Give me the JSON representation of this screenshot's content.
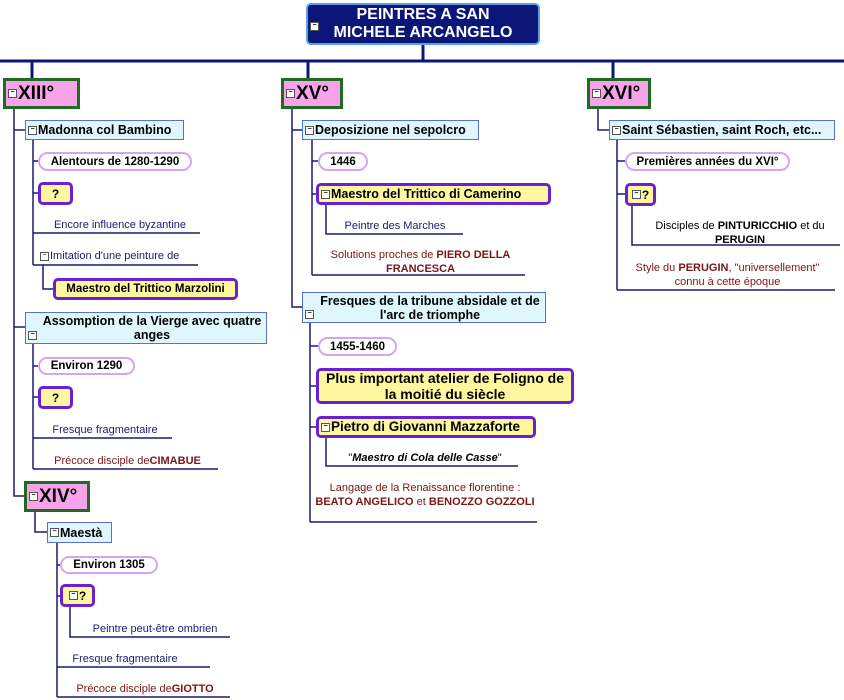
{
  "root": "PEINTRES A SAN MICHELE ARCANGELO",
  "centuries": {
    "c13": "XIII°",
    "c14": "XIV°",
    "c15": "XV°",
    "c16": "XVI°"
  },
  "c13": {
    "madonna": "Madonna col Bambino",
    "alentours": "Alentours de 1280-1290",
    "q1": "?",
    "encore": "Encore influence byzantine",
    "imitation": "Imitation d'une peinture de",
    "marzolini": "Maestro del Trittico Marzolini",
    "assomption": "Assomption de la Vierge avec quatre anges",
    "environ": "Environ 1290",
    "q2": "?",
    "fresque": "Fresque fragmentaire",
    "precoce": "Précoce disciple de ",
    "cimabue": "CIMABUE"
  },
  "c14": {
    "maesta": "Maestà",
    "environ": "Environ 1305",
    "q": "?",
    "ombrien": "Peintre peut-être ombrien",
    "fresque": "Fresque fragmentaire",
    "precoce": "Précoce disciple de ",
    "giotto": "GIOTTO"
  },
  "c15": {
    "deposizione": "Deposizione nel sepolcro",
    "y1446": "1446",
    "camerino": "Maestro del Trittico di Camerino",
    "marches": "Peintre des Marches",
    "solutions": "Solutions proches de ",
    "piero": "PIERO DELLA FRANCESCA",
    "fresques": "Fresques de la tribune absidale et de l'arc de triomphe",
    "years": "1455-1460",
    "atelier": "Plus important atelier de Foligno de la moitié du siècle",
    "pietro": "Pietro di Giovanni Mazzaforte",
    "cola_q1": "\"",
    "cola": "Maestro di Cola delle Casse",
    "cola_q2": "\"",
    "langage": "Langage de la Renaissance florentine : ",
    "beato": "BEATO ANGELICO",
    "et": " et ",
    "benozzo": "BENOZZO GOZZOLI"
  },
  "c16": {
    "saint": "Saint Sébastien, saint Roch, etc...",
    "premieres": "Premières années du XVI°",
    "q": "?",
    "disciples": "Disciples de ",
    "pint": "PINTURICCHIO",
    "etdu": " et du ",
    "perugin": "PERUGIN",
    "style": "Style du ",
    "perugin2": "PERUGIN",
    "style2": ", \"universellement\" connu à cette époque"
  }
}
